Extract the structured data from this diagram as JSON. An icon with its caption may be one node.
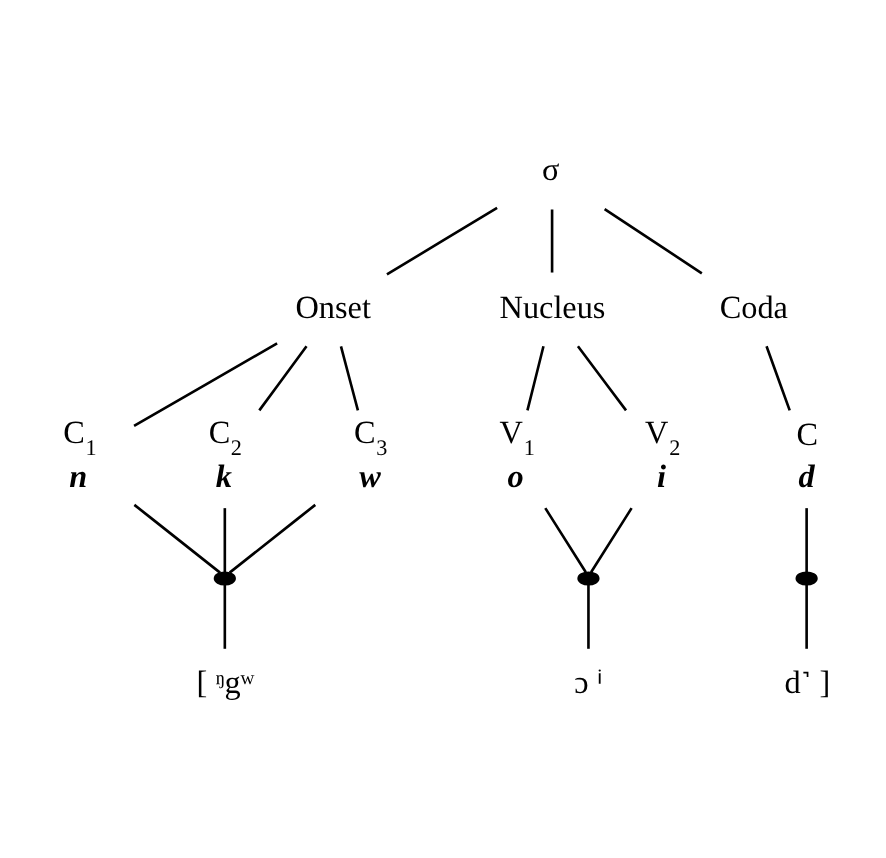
{
  "diagram": {
    "nodes": [
      {
        "text": [
          "σ"
        ]
      },
      {
        "text": [
          "Onset"
        ]
      },
      {
        "text": [
          "Nucleus"
        ]
      },
      {
        "text": [
          "Coda"
        ]
      },
      {
        "text": [
          "C$_{1}$",
          "n"
        ]
      },
      {
        "text": [
          "C$_{2}$",
          "k"
        ]
      },
      {
        "text": [
          "C$_{3}$",
          "w"
        ]
      },
      {
        "text": [
          "V$_{1}$",
          "o"
        ]
      },
      {
        "text": [
          "V$_{2}$",
          "i"
        ]
      },
      {
        "text": [
          "C",
          "d"
        ]
      },
      {
        "text": [],
        "shape": "circle"
      },
      {
        "text": [],
        "shape": "circle"
      },
      {
        "text": [],
        "shape": "circle"
      },
      {
        "text": [
          "[ ᵑgʷ"
        ]
      },
      {
        "text": [
          "ɔ ⁱ"
        ]
      },
      {
        "text": [
          "d˺ ]"
        ]
      }
    ],
    "edges": [
      {
        "from": 0,
        "to": 1,
        "arrow": "none"
      },
      {
        "from": 0,
        "to": 2,
        "arrow": "none"
      },
      {
        "from": 0,
        "to": 3,
        "arrow": "none"
      },
      {
        "from": 1,
        "to": 4,
        "arrow": "none"
      },
      {
        "from": 1,
        "to": 5,
        "arrow": "none"
      },
      {
        "from": 1,
        "to": 6,
        "arrow": "none"
      },
      {
        "from": 2,
        "to": 7,
        "arrow": "none"
      },
      {
        "from": 2,
        "to": 8,
        "arrow": "none"
      },
      {
        "from": 3,
        "to": 9,
        "arrow": "none"
      },
      {
        "from": 4,
        "to": 10,
        "arrow": "none"
      },
      {
        "from": 5,
        "to": 10,
        "arrow": "none"
      },
      {
        "from": 6,
        "to": 10,
        "arrow": "none"
      },
      {
        "from": 10,
        "to": 13,
        "arrow": "none"
      },
      {
        "from": 7,
        "to": 11,
        "arrow": "none"
      },
      {
        "from": 8,
        "to": 11,
        "arrow": "none"
      },
      {
        "from": 11,
        "to": 14,
        "arrow": "none"
      },
      {
        "from": 9,
        "to": 12,
        "arrow": "none"
      },
      {
        "from": 12,
        "to": 15,
        "arrow": "none"
      }
    ]
  }
}
